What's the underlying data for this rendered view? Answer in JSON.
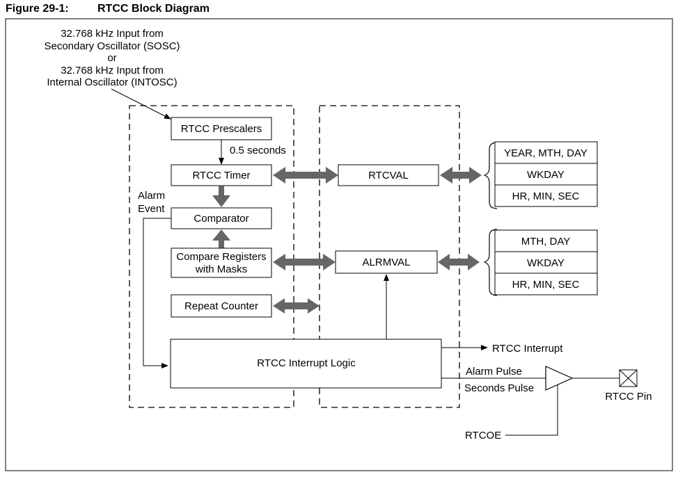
{
  "caption": {
    "figure": "Figure 29-1:",
    "title": "RTCC Block Diagram"
  },
  "input": {
    "line1": "32.768 kHz Input from",
    "line2": "Secondary Oscillator (SOSC)",
    "line3": "or",
    "line4": "32.768 kHz Input from",
    "line5": "Internal Oscillator (INTOSC)"
  },
  "blocks": {
    "prescalers": "RTCC Prescalers",
    "half_second": "0.5 seconds",
    "timer": "RTCC Timer",
    "alarm_event_1": "Alarm",
    "alarm_event_2": "Event",
    "comparator": "Comparator",
    "compare_registers_1": "Compare Registers",
    "compare_registers_2": "with Masks",
    "repeat_counter": "Repeat Counter",
    "interrupt_logic": "RTCC Interrupt Logic",
    "rtcval": "RTCVAL",
    "alrmval": "ALRMVAL"
  },
  "rtcval_fields": [
    "YEAR, MTH, DAY",
    "WKDAY",
    "HR, MIN, SEC"
  ],
  "alrmval_fields": [
    "MTH, DAY",
    "WKDAY",
    "HR, MIN, SEC"
  ],
  "outputs": {
    "interrupt": "RTCC Interrupt",
    "alarm_pulse": "Alarm Pulse",
    "seconds_pulse": "Seconds Pulse",
    "rtcc_pin": "RTCC Pin",
    "rtcoe": "RTCOE"
  },
  "colors": {
    "bus_arrow": "#666666",
    "line": "#000000",
    "background": "#ffffff"
  }
}
